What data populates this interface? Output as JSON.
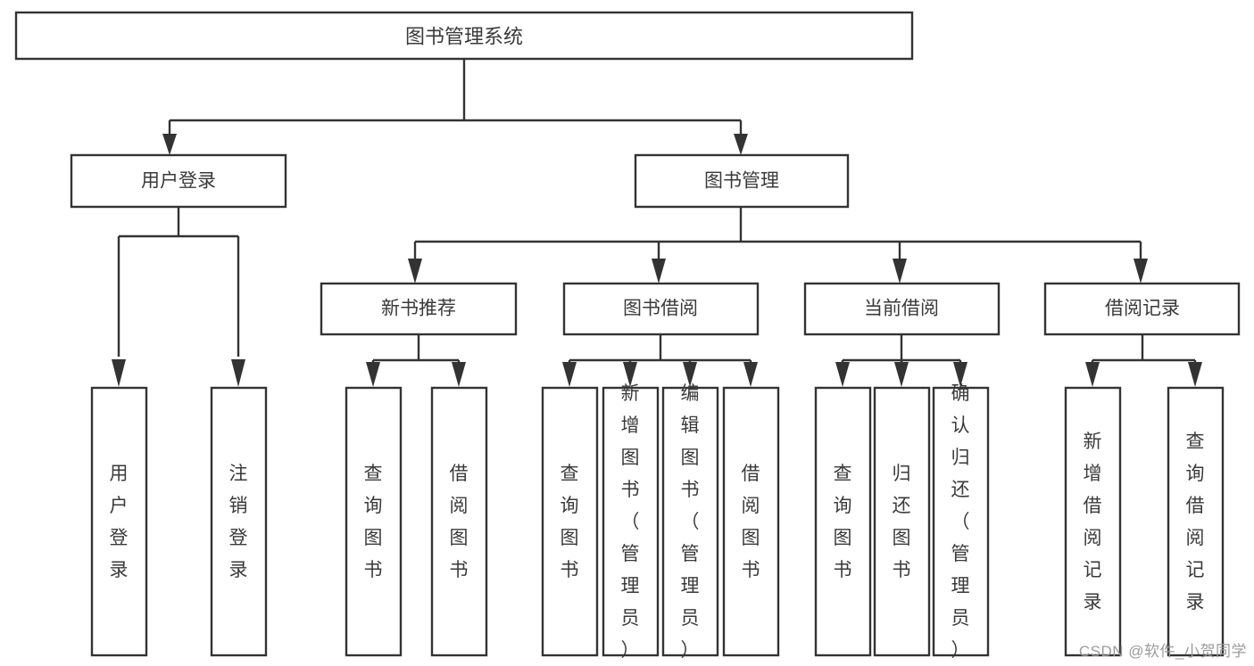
{
  "diagram": {
    "type": "tree-hierarchy",
    "title": "图书管理系统",
    "orientation": "top-down",
    "colors": {
      "box_stroke": "#333333",
      "box_fill": "#ffffff",
      "text": "#3a3a3a",
      "watermark": "#9b9b9b",
      "background": "#ffffff"
    },
    "root": {
      "label": "图书管理系统"
    },
    "level1": [
      {
        "label": "用户登录"
      },
      {
        "label": "图书管理"
      }
    ],
    "level2": [
      {
        "label": "新书推荐"
      },
      {
        "label": "图书借阅"
      },
      {
        "label": "当前借阅"
      },
      {
        "label": "借阅记录"
      }
    ],
    "leaves": {
      "user_login": [
        {
          "label": "用户登录"
        },
        {
          "label": "注销登录"
        }
      ],
      "new_book_recommend": [
        {
          "label": "查询图书"
        },
        {
          "label": "借阅图书"
        }
      ],
      "book_borrow": [
        {
          "label": "查询图书"
        },
        {
          "label": "新增图书（管理员）"
        },
        {
          "label": "编辑图书（管理员）"
        },
        {
          "label": "借阅图书"
        }
      ],
      "current_borrow": [
        {
          "label": "查询图书"
        },
        {
          "label": "归还图书"
        },
        {
          "label": "确认归还（管理员）"
        }
      ],
      "borrow_record": [
        {
          "label": "新增借阅记录"
        },
        {
          "label": "查询借阅记录"
        }
      ]
    }
  },
  "watermark": {
    "text": "CSDN @软件_小贺同学"
  }
}
